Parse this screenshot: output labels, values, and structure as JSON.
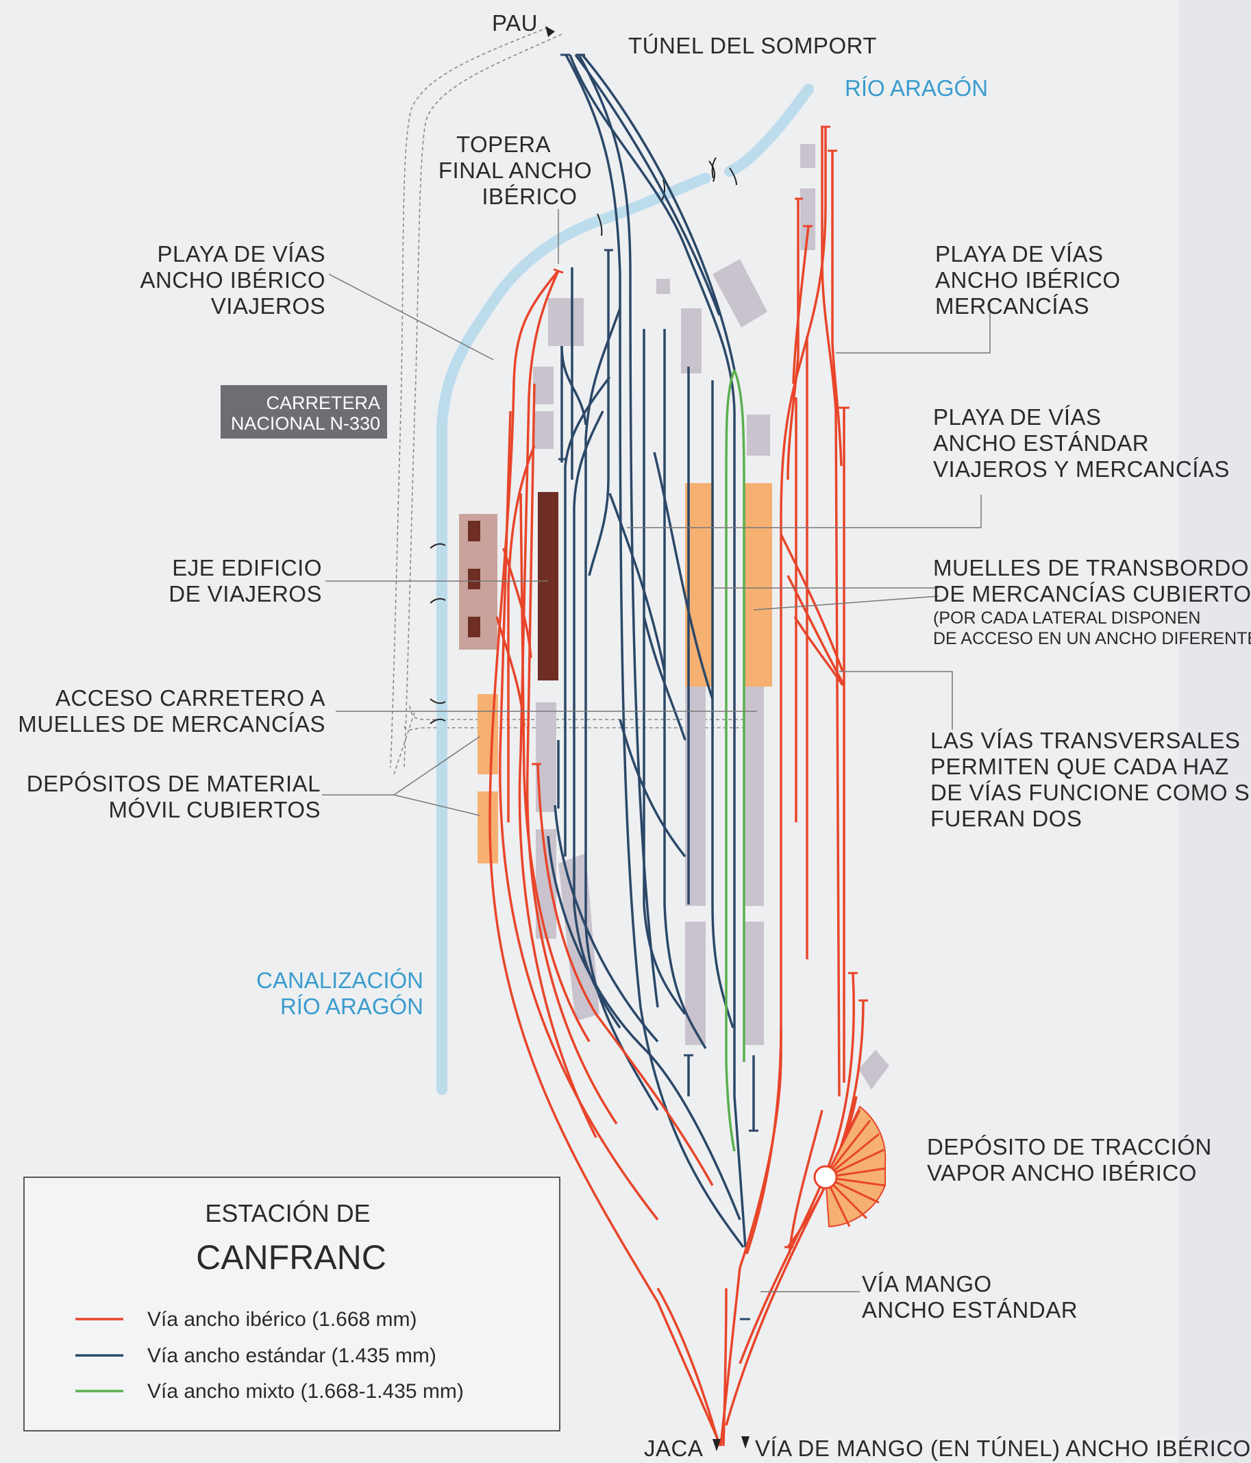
{
  "labels": {
    "pau": "PAU",
    "tunel": "TÚNEL DEL SOMPORT",
    "rio_aragon": "RÍO ARAGÓN",
    "topera": [
      "TOPERA",
      "FINAL ANCHO",
      "IBÉRICO"
    ],
    "playa_iberico_viajeros": [
      "PLAYA DE VÍAS",
      "ANCHO IBÉRICO",
      "VIAJEROS"
    ],
    "playa_iberico_mercancias": [
      "PLAYA DE VÍAS",
      "ANCHO IBÉRICO",
      "MERCANCÍAS"
    ],
    "carretera": [
      "CARRETERA",
      "NACIONAL N-330"
    ],
    "playa_estandar": [
      "PLAYA DE VÍAS",
      "ANCHO ESTÁNDAR",
      "VIAJEROS Y MERCANCÍAS"
    ],
    "eje_edificio": [
      "EJE EDIFICIO",
      "DE VIAJEROS"
    ],
    "muelles_transbordo": [
      "MUELLES DE TRANSBORDO",
      "DE MERCANCÍAS CUBIERTO"
    ],
    "muelles_nota": [
      "(POR CADA LATERAL DISPONEN",
      "DE ACCESO EN UN ANCHO DIFERENTE)"
    ],
    "acceso_carretero": [
      "ACCESO CARRETERO A",
      "MUELLES DE MERCANCÍAS"
    ],
    "vias_transversales": [
      "LAS VÍAS TRANSVERSALES",
      "PERMITEN QUE CADA HAZ",
      "DE VÍAS FUNCIONE COMO SI",
      "FUERAN DOS"
    ],
    "depositos_material": [
      "DEPÓSITOS DE MATERIAL",
      "MÓVIL CUBIERTOS"
    ],
    "canalizacion": [
      "CANALIZACIÓN",
      "RÍO ARAGÓN"
    ],
    "deposito_traccion": [
      "DEPÓSITO DE TRACCIÓN",
      "VAPOR ANCHO IBÉRICO"
    ],
    "via_mango": [
      "VÍA MANGO",
      "ANCHO ESTÁNDAR"
    ],
    "jaca": "JACA",
    "via_mango_tunel": "VÍA DE MANGO (EN TÚNEL) ANCHO IBÉRICO"
  },
  "legend": {
    "title": "ESTACIÓN DE",
    "station": "CANFRANC",
    "items": [
      {
        "label": "Vía ancho ibérico (1.668 mm)",
        "color": "#e8452a"
      },
      {
        "label": "Vía ancho estándar (1.435 mm)",
        "color": "#2b4868"
      },
      {
        "label": "Vía ancho mixto (1.668-1.435 mm)",
        "color": "#5ab04f"
      }
    ]
  },
  "colors": {
    "iberico": "#e8452a",
    "estandar": "#2b4868",
    "mixto": "#5ab04f",
    "river": "#bcdcec",
    "building": "#c9c3ce",
    "dock": "#f5b072",
    "station_building": "#6e2e24",
    "road_label_bg": "#6d6d73"
  }
}
